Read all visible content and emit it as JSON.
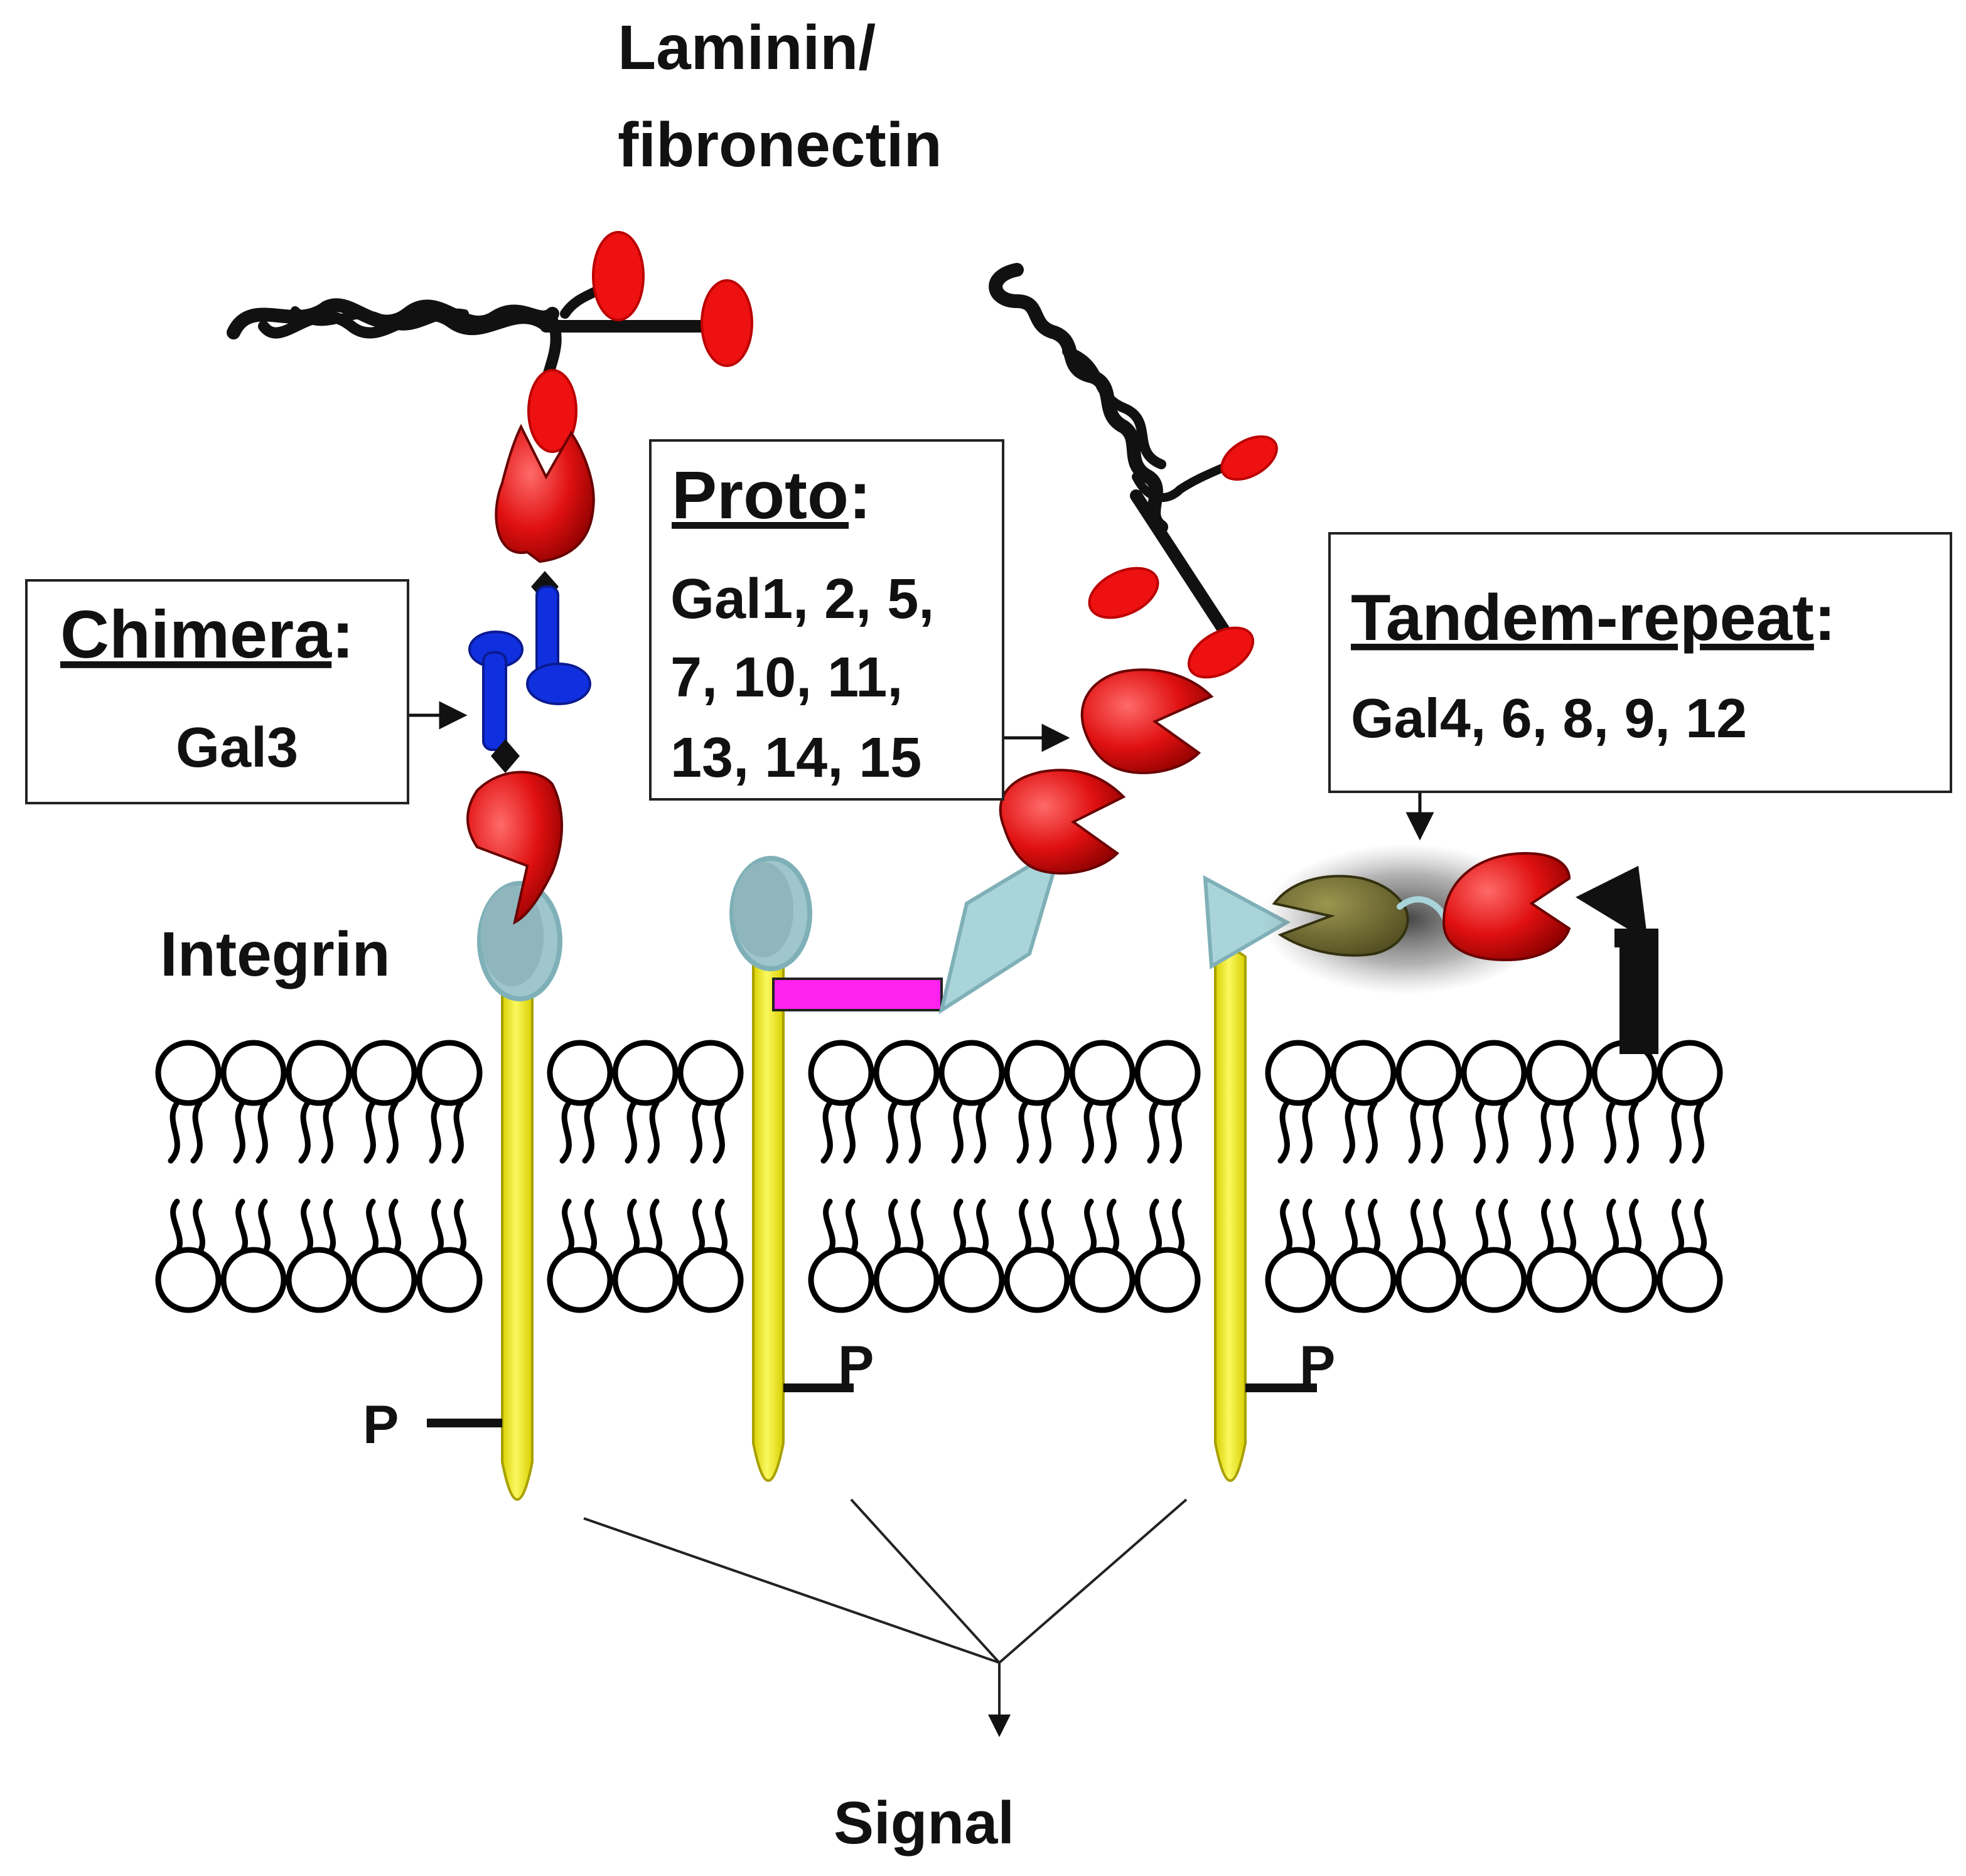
{
  "labels": {
    "title_line1": "Laminin/",
    "title_line2": "fibronectin",
    "integrin": "Integrin",
    "signal": "Signal",
    "phospho": "P"
  },
  "chimera": {
    "heading": "Chimera",
    "colon": ":",
    "members": "Gal3"
  },
  "proto": {
    "heading": "Proto",
    "colon": ":",
    "members_line1": "Gal1, 2, 5,",
    "members_line2": "7, 10, 11,",
    "members_line3": "13, 14, 15"
  },
  "tandem": {
    "heading": "Tandem-repeat",
    "colon": ":",
    "members": "Gal4, 6, 8, 9, 12"
  },
  "colors": {
    "galectin_crd": "#e01010",
    "laminin_domain": "#ee1111",
    "chimera_tail": "#1030e0",
    "receptor_head": "#9ec6cc",
    "receptor_stalk": "#f5f010",
    "linker_bar": "#ff22ee",
    "tandem_second_crd": "#6e6a2e",
    "ecm_fiber": "#111111",
    "membrane": "#000000"
  },
  "icons": [
    "lipid-head-icon",
    "galectin-crd-icon",
    "arrow-icon",
    "phosphate-icon"
  ]
}
